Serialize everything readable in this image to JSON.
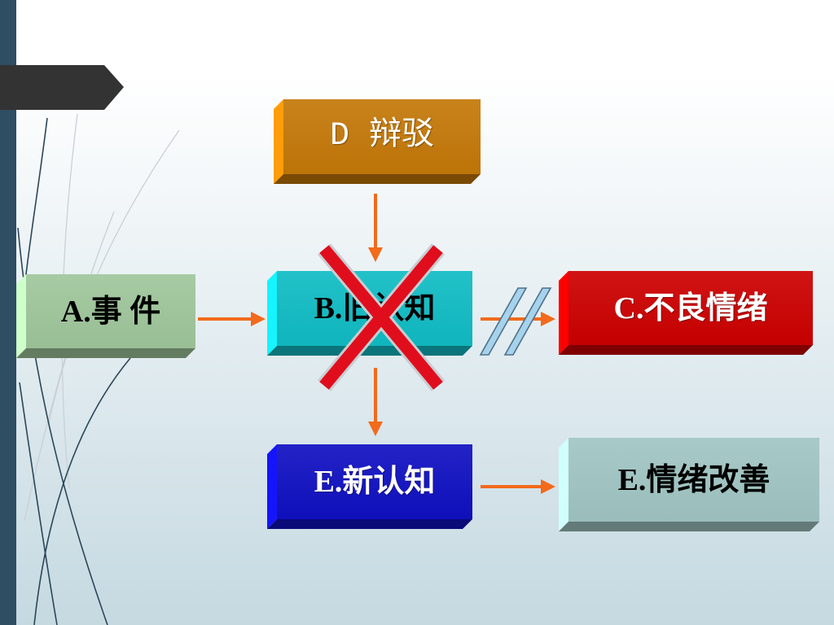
{
  "theme": {
    "bg_top": "#ffffff",
    "bg_bottom": "#c5d9e1",
    "accent_bar_color": "#2f4d63",
    "tag_color": "#333333",
    "curve_color": "#2b4658",
    "curve_light_color": "#c9d0d6"
  },
  "diagram": {
    "arrow_color": "#f26a1b",
    "nodes": {
      "dispute": {
        "label": "D 辩驳",
        "color": "#c47808",
        "text_color": "#ffffff"
      },
      "event": {
        "label": "A.事 件",
        "color": "#9fc69b",
        "text_color": "#000000"
      },
      "old_belief": {
        "label": "B.旧认知",
        "color": "#10bcc4",
        "text_color": "#000000"
      },
      "bad_emotion": {
        "label": "C.不良情绪",
        "color": "#cc0000",
        "text_color": "#ffffff"
      },
      "new_belief": {
        "label": "E.新认知",
        "color": "#1010c2",
        "text_color": "#ffffff"
      },
      "emotion_improved": {
        "label": "E.情绪改善",
        "color": "#a0c5c3",
        "text_color": "#000000"
      }
    },
    "cross_mark": {
      "icon": "x-mark-icon",
      "color": "#e00e1c"
    },
    "break_mark": {
      "icon": "double-slash-break-icon",
      "color": "#a6d2ec"
    }
  }
}
